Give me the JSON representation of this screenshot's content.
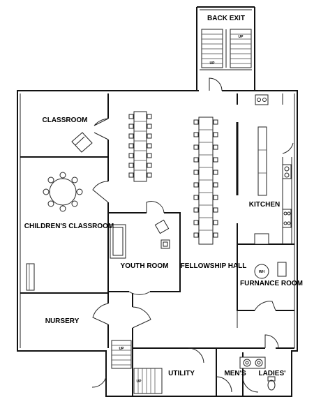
{
  "rooms": {
    "back_exit": "BACK EXIT",
    "classroom": "CLASSROOM",
    "kitchen": "KITCHEN",
    "childrens_classroom": "CHILDREN'S CLASSROOM",
    "youth_room": "YOUTH ROOM",
    "fellowship_hall": "FELLOWSHIP HALL",
    "furnace_room": "FURNANCE ROOM",
    "nursery": "NURSERY",
    "utility": "UTILITY",
    "mens": "MEN'S",
    "ladies": "LADIES'"
  },
  "fixtures": {
    "water_heater": "WH"
  },
  "stairs": {
    "up_label": "UP"
  }
}
